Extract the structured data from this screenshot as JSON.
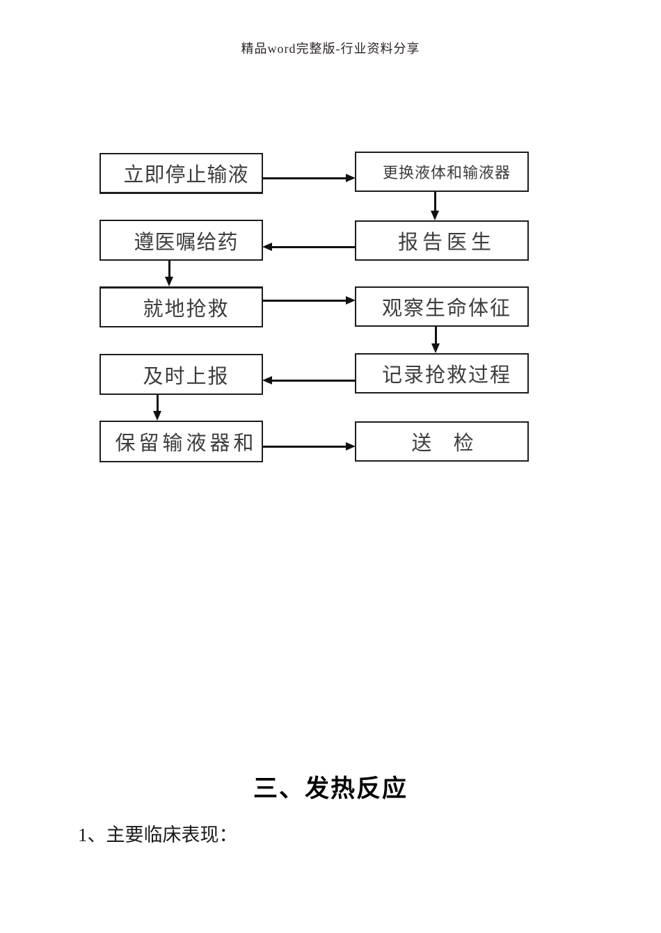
{
  "document": {
    "header": "精品word完整版-行业资料分享",
    "section_heading": "三、发热反应",
    "subsection_item": "1、主要临床表现："
  },
  "flowchart": {
    "boxes": [
      {
        "label": "立即停止输液"
      },
      {
        "label": "更换液体和输液器"
      },
      {
        "label": "遵医嘱给药"
      },
      {
        "label": "报告医生"
      },
      {
        "label": "就地抢救"
      },
      {
        "label": "观察生命体征"
      },
      {
        "label": "及时上报"
      },
      {
        "label": "记录抢救过程"
      },
      {
        "label": "保留输液器和"
      },
      {
        "label": "送 检"
      }
    ],
    "arrows": [
      {
        "from": "立即停止输液",
        "to": "更换液体和输液器",
        "direction": "right"
      },
      {
        "from": "更换液体和输液器",
        "to": "报告医生",
        "direction": "down"
      },
      {
        "from": "报告医生",
        "to": "遵医嘱给药",
        "direction": "left"
      },
      {
        "from": "遵医嘱给药",
        "to": "就地抢救",
        "direction": "down"
      },
      {
        "from": "就地抢救",
        "to": "观察生命体征",
        "direction": "right"
      },
      {
        "from": "观察生命体征",
        "to": "记录抢救过程",
        "direction": "down"
      },
      {
        "from": "记录抢救过程",
        "to": "及时上报",
        "direction": "left"
      },
      {
        "from": "及时上报",
        "to": "保留输液器和",
        "direction": "down"
      },
      {
        "from": "保留输液器和",
        "to": "送 检",
        "direction": "right"
      }
    ]
  },
  "colors": {
    "page_background": "#ffffff",
    "header_text": "#2b2323",
    "box_border": "#1c1c1c",
    "box_text": "#3d3d3d",
    "arrow": "#111111",
    "heading_text": "#000000"
  }
}
